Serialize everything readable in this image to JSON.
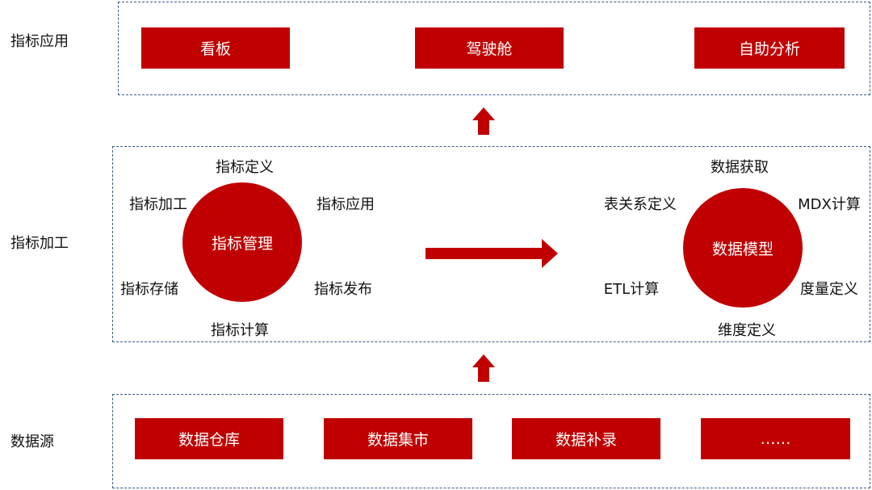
{
  "layers": {
    "apps": {
      "label": "指标应用",
      "items": [
        "看板",
        "驾驶舱",
        "自助分析"
      ]
    },
    "processing": {
      "label": "指标加工",
      "left": {
        "center": "指标管理",
        "items": [
          "指标定义",
          "指标加工",
          "指标应用",
          "指标存储",
          "指标发布",
          "指标计算"
        ]
      },
      "right": {
        "center": "数据模型",
        "items": [
          "数据获取",
          "表关系定义",
          "MDX计算",
          "ETL计算",
          "度量定义",
          "维度定义"
        ]
      }
    },
    "sources": {
      "label": "数据源",
      "items": [
        "数据仓库",
        "数据集市",
        "数据补录",
        "……"
      ]
    }
  },
  "colors": {
    "accent": "#c00000",
    "border": "#3c5a86"
  }
}
